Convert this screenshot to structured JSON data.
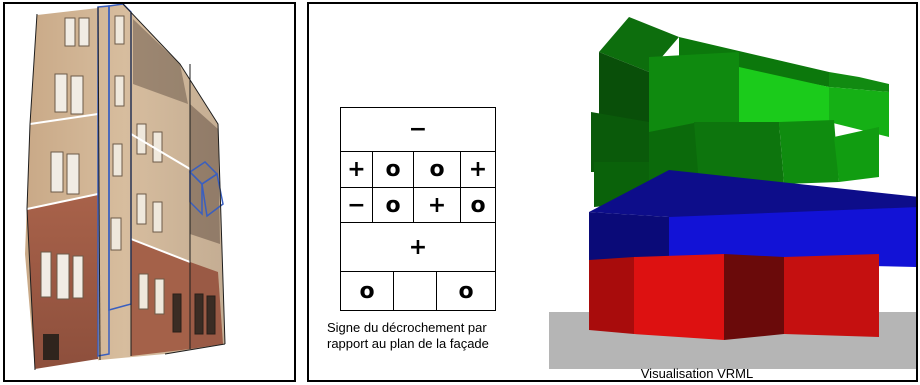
{
  "sign_table": {
    "rows": [
      [
        "−"
      ],
      [
        "+",
        "o",
        "o",
        "+"
      ],
      [
        "−",
        "o",
        "+",
        "o"
      ],
      [
        "+"
      ],
      [
        "o",
        "",
        "o"
      ]
    ]
  },
  "caption": "Signe du décrochement par rapport au plan de la façade",
  "vrml_label": "Visualisation VRML",
  "colors": {
    "green": "#11aa11",
    "blue": "#1111dd",
    "red": "#dd1111",
    "ground": "#b5b5b5"
  }
}
